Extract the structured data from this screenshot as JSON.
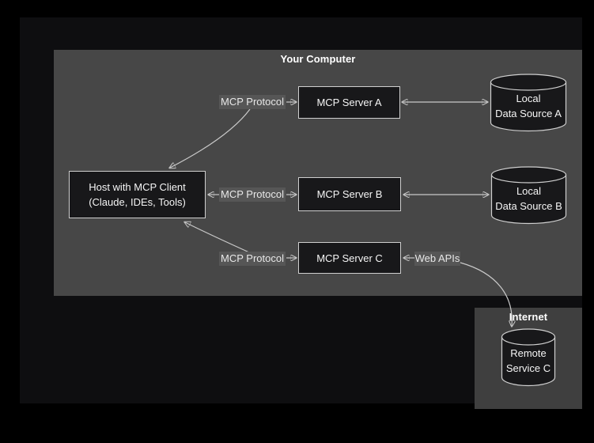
{
  "diagram": {
    "your_computer_title": "Your Computer",
    "internet_title": "Internet",
    "nodes": {
      "host": {
        "line1": "Host with MCP Client",
        "line2": "(Claude, IDEs, Tools)"
      },
      "server_a": "MCP Server A",
      "server_b": "MCP Server B",
      "server_c": "MCP Server C",
      "data_source_a": {
        "line1": "Local",
        "line2": "Data Source A"
      },
      "data_source_b": {
        "line1": "Local",
        "line2": "Data Source B"
      },
      "remote_service_c": {
        "line1": "Remote",
        "line2": "Service C"
      }
    },
    "edge_labels": {
      "protocol_a": "MCP Protocol",
      "protocol_b": "MCP Protocol",
      "protocol_c": "MCP Protocol",
      "web_apis": "Web APIs"
    },
    "colors": {
      "page_bg": "#000000",
      "canvas_bg": "#0e0e10",
      "your_computer_bg": "#474747",
      "internet_bg": "#3f3f3f",
      "node_fill": "#18181a",
      "node_border": "#cfcfcf",
      "edge_color": "#c9c9c9",
      "edge_label_bg": "#565656",
      "edge_label_text": "#e8e8e8",
      "node_text": "#f5f5f5",
      "title_text": "#ffffff"
    }
  }
}
